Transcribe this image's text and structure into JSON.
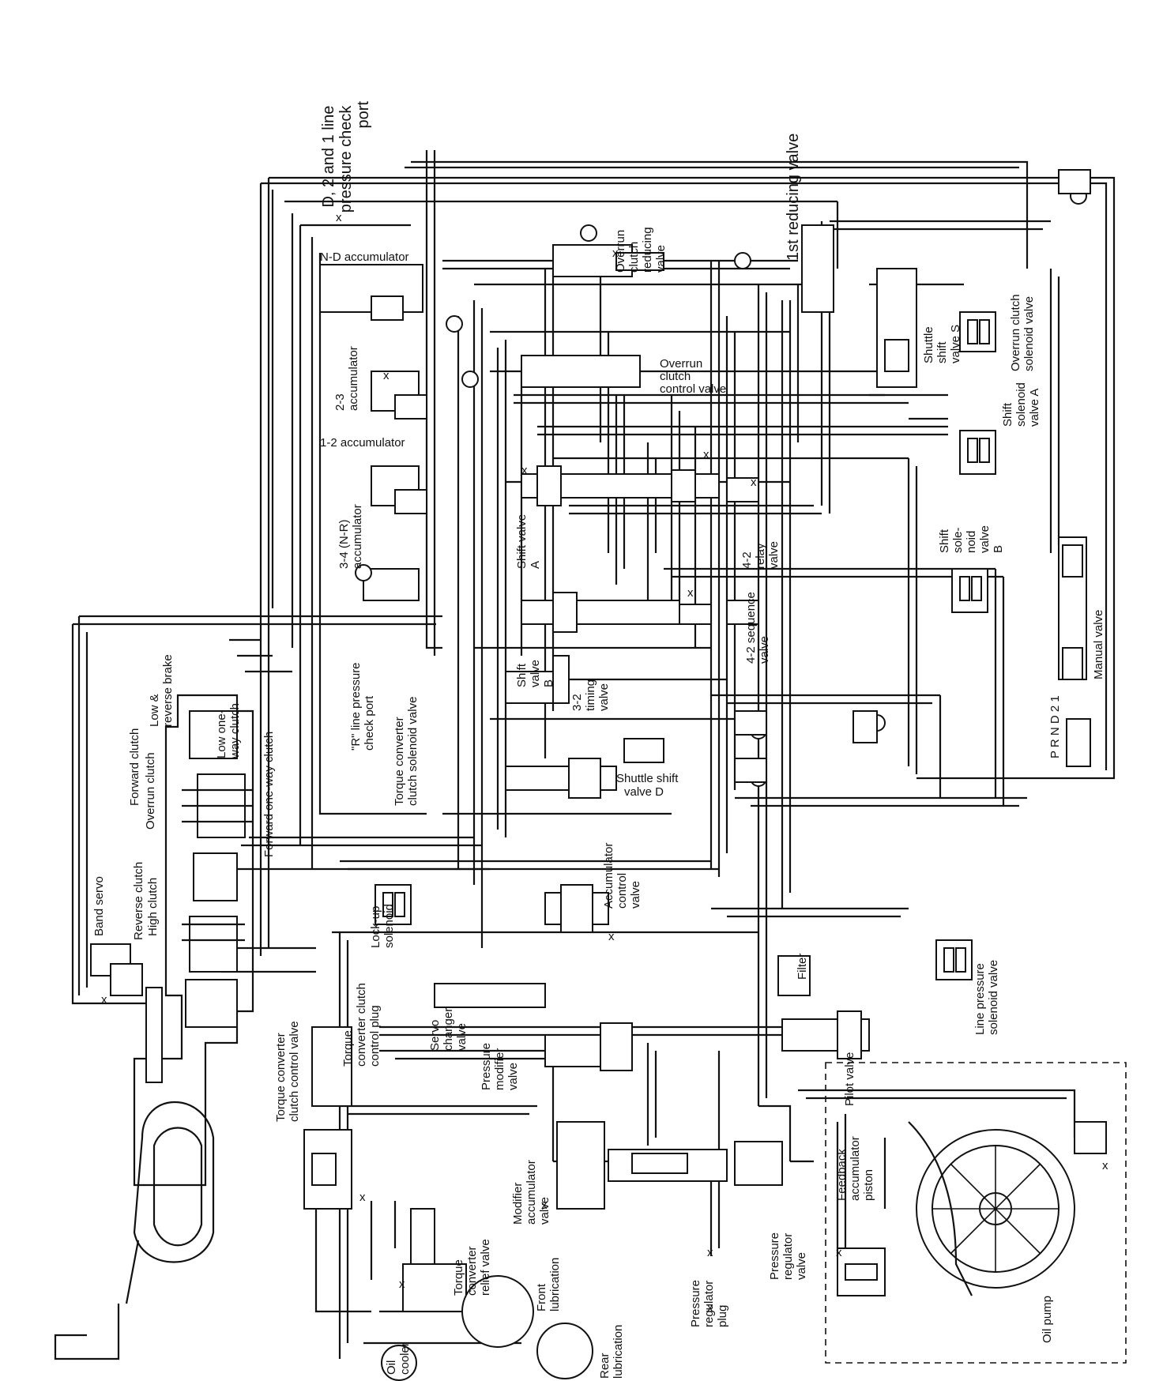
{
  "labels": {
    "check_port_dl": "D, 2 and 1 line pressure check port",
    "first_reducing": "1st reducing valve",
    "overrun_reducing": "Overrun clutch reducing valve",
    "nd_accum": "N-D accumulator",
    "shuttle_s": "Shuttle shift valve S",
    "overrun_solenoid": "Overrun clutch solenoid valve",
    "overrun_control": "Overrun clutch control valve",
    "acc_23": "2-3 accumulator",
    "acc_12": "1-2 accumulator",
    "shift_sol_a": "Shift solenoid valve A",
    "acc_34": "3-4 (N-R) accumulator",
    "shift_a": "Shift valve A",
    "relay_42": "4-2 relay valve",
    "shift_sol_b": "Shift sole- noid valve B",
    "seq_42": "4-2 sequence valve",
    "shift_b": "Shift valve B",
    "timing_32": "3-2 timing valve",
    "manual_valve": "Manual valve",
    "prnd": "P R N D 2 1",
    "r_check_port": "\"R\" line pressure check port",
    "tcc_solenoid": "Torque converter clutch solenoid valve",
    "shuttle_d": "Shuttle shift valve D",
    "low_rev_brake": "Low & reverse brake",
    "low_oneway": "Low one-way clutch",
    "forward_clutch": "Forward clutch",
    "overrun_clutch": "Overrun clutch",
    "forward_oneway": "Forward one-way clutch",
    "reverse_clutch": "Reverse clutch",
    "high_clutch": "High clutch",
    "band_servo": "Band servo",
    "lockup_sol": "Lock-up solenoid",
    "acc_control": "Accumulator control valve",
    "line_pressure_sol": "Line pressure solenoid valve",
    "tcc_plug": "Torque converter clutch control plug",
    "tcc_control": "Torque converter clutch control valve",
    "servo_changer": "Servo changer valve",
    "pressure_modifier": "Pressure modifier valve",
    "filter": "Filter",
    "pilot": "Pilot valve",
    "modifier_acc": "Modifier accumulator valve",
    "feedback_piston": "Feedback accumulator piston",
    "tc_relief": "Torque converter relief valve",
    "pressure_regulator": "Pressure regulator valve",
    "pr_plug": "Pressure regulator plug",
    "front_lube": "Front lubrication",
    "rear_lube": "Rear lubrication",
    "oil_cooler": "Oil cooler",
    "oil_pump": "Oil pump",
    "x": "x"
  }
}
